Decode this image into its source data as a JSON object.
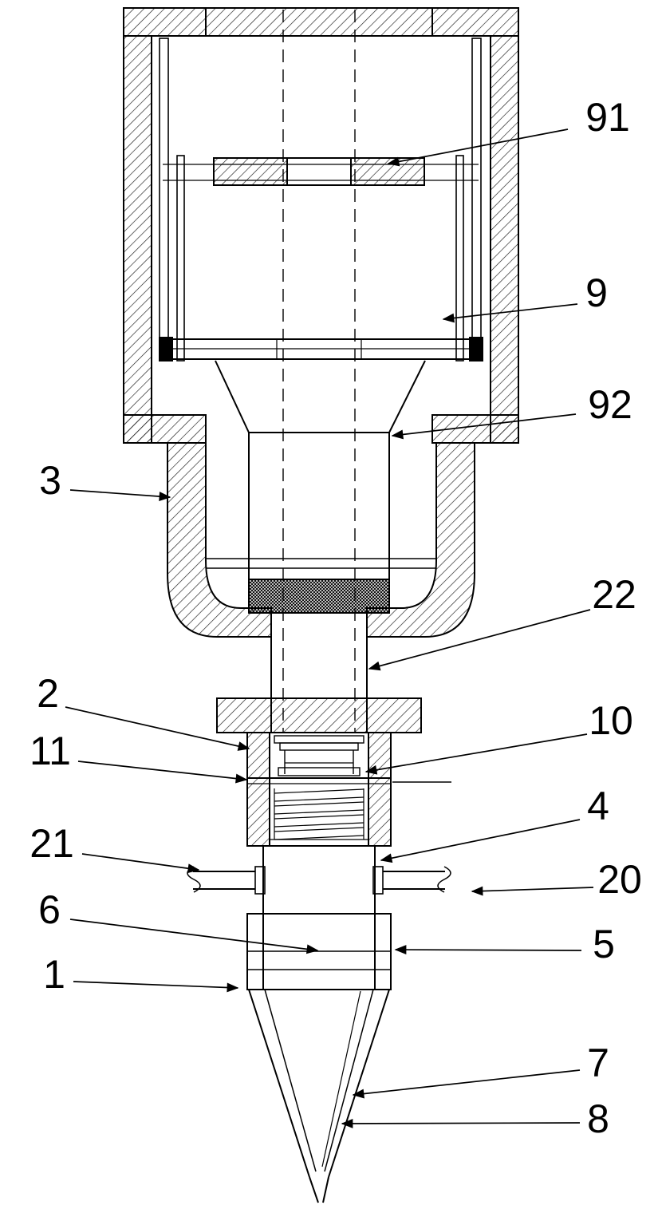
{
  "figure": {
    "ink_color": "#000000",
    "background_color": "#ffffff",
    "labels": [
      {
        "text": "91"
      },
      {
        "text": "9"
      },
      {
        "text": "92"
      },
      {
        "text": "3"
      },
      {
        "text": "22"
      },
      {
        "text": "2"
      },
      {
        "text": "10"
      },
      {
        "text": "11"
      },
      {
        "text": "4"
      },
      {
        "text": "21"
      },
      {
        "text": "20"
      },
      {
        "text": "6"
      },
      {
        "text": "5"
      },
      {
        "text": "1"
      },
      {
        "text": "7"
      },
      {
        "text": "8"
      }
    ]
  }
}
